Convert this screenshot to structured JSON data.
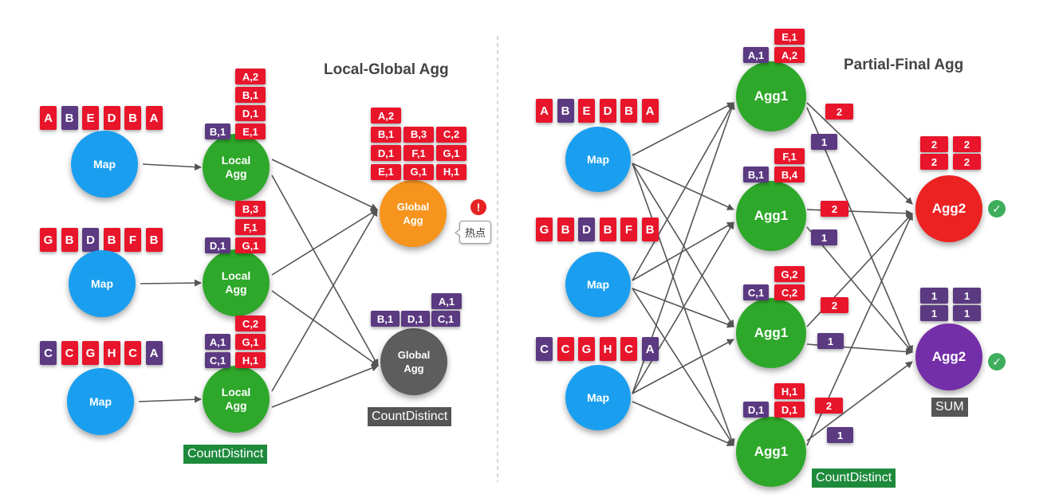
{
  "left": {
    "title": "Local-Global Agg",
    "inputs": [
      [
        {
          "t": "A",
          "c": "red"
        },
        {
          "t": "B",
          "c": "purple"
        },
        {
          "t": "E",
          "c": "red"
        },
        {
          "t": "D",
          "c": "red"
        },
        {
          "t": "B",
          "c": "red"
        },
        {
          "t": "A",
          "c": "red"
        }
      ],
      [
        {
          "t": "G",
          "c": "red"
        },
        {
          "t": "B",
          "c": "red"
        },
        {
          "t": "D",
          "c": "purple"
        },
        {
          "t": "B",
          "c": "red"
        },
        {
          "t": "F",
          "c": "red"
        },
        {
          "t": "B",
          "c": "red"
        }
      ],
      [
        {
          "t": "C",
          "c": "purple"
        },
        {
          "t": "C",
          "c": "red"
        },
        {
          "t": "G",
          "c": "red"
        },
        {
          "t": "H",
          "c": "red"
        },
        {
          "t": "C",
          "c": "red"
        },
        {
          "t": "A",
          "c": "purple"
        }
      ]
    ],
    "map_label": "Map",
    "local_label": "Local\nAgg",
    "global_label": "Global\nAgg",
    "local_tags": [
      {
        "col1": [
          {
            "t": "B,1",
            "c": "purple"
          }
        ],
        "col2": [
          {
            "t": "A,2",
            "c": "red"
          },
          {
            "t": "B,1",
            "c": "red"
          },
          {
            "t": "D,1",
            "c": "red"
          },
          {
            "t": "E,1",
            "c": "red"
          }
        ]
      },
      {
        "col1": [
          {
            "t": "D,1",
            "c": "purple"
          }
        ],
        "col2": [
          {
            "t": "B,3",
            "c": "red"
          },
          {
            "t": "F,1",
            "c": "red"
          },
          {
            "t": "G,1",
            "c": "red"
          }
        ]
      },
      {
        "col1": [
          {
            "t": "A,1",
            "c": "purple"
          },
          {
            "t": "C,1",
            "c": "purple"
          }
        ],
        "col2": [
          {
            "t": "C,2",
            "c": "red"
          },
          {
            "t": "G,1",
            "c": "red"
          },
          {
            "t": "H,1",
            "c": "red"
          }
        ]
      }
    ],
    "global1_tags": [
      [
        {
          "t": "A,2",
          "c": "red"
        }
      ],
      [
        {
          "t": "B,1",
          "c": "red"
        },
        {
          "t": "B,3",
          "c": "red"
        },
        {
          "t": "C,2",
          "c": "red"
        }
      ],
      [
        {
          "t": "D,1",
          "c": "red"
        },
        {
          "t": "F,1",
          "c": "red"
        },
        {
          "t": "G,1",
          "c": "red"
        }
      ],
      [
        {
          "t": "E,1",
          "c": "red"
        },
        {
          "t": "G,1",
          "c": "red"
        },
        {
          "t": "H,1",
          "c": "red"
        }
      ]
    ],
    "global2_tags": [
      [
        {
          "t": "A,1",
          "c": "purple"
        }
      ],
      [
        {
          "t": "B,1",
          "c": "purple"
        },
        {
          "t": "D,1",
          "c": "purple"
        },
        {
          "t": "C,1",
          "c": "purple"
        }
      ]
    ],
    "hotspot_label": "热点",
    "warn_icon": "!",
    "count_distinct_label": "CountDistinct",
    "global_count_distinct_label": "CountDistinct"
  },
  "right": {
    "title": "Partial-Final Agg",
    "inputs": [
      [
        {
          "t": "A",
          "c": "red"
        },
        {
          "t": "B",
          "c": "purple"
        },
        {
          "t": "E",
          "c": "red"
        },
        {
          "t": "D",
          "c": "red"
        },
        {
          "t": "B",
          "c": "red"
        },
        {
          "t": "A",
          "c": "red"
        }
      ],
      [
        {
          "t": "G",
          "c": "red"
        },
        {
          "t": "B",
          "c": "red"
        },
        {
          "t": "D",
          "c": "purple"
        },
        {
          "t": "B",
          "c": "red"
        },
        {
          "t": "F",
          "c": "red"
        },
        {
          "t": "B",
          "c": "red"
        }
      ],
      [
        {
          "t": "C",
          "c": "purple"
        },
        {
          "t": "C",
          "c": "red"
        },
        {
          "t": "G",
          "c": "red"
        },
        {
          "t": "H",
          "c": "red"
        },
        {
          "t": "C",
          "c": "red"
        },
        {
          "t": "A",
          "c": "purple"
        }
      ]
    ],
    "map_label": "Map",
    "agg1_label": "Agg1",
    "agg2_label": "Agg2",
    "agg1_tags": [
      {
        "col1": [
          {
            "t": "A,1",
            "c": "purple"
          }
        ],
        "col2": [
          {
            "t": "E,1",
            "c": "red"
          },
          {
            "t": "A,2",
            "c": "red"
          }
        ]
      },
      {
        "col1": [
          {
            "t": "B,1",
            "c": "purple"
          }
        ],
        "col2": [
          {
            "t": "F,1",
            "c": "red"
          },
          {
            "t": "B,4",
            "c": "red"
          }
        ]
      },
      {
        "col1": [
          {
            "t": "C,1",
            "c": "purple"
          }
        ],
        "col2": [
          {
            "t": "G,2",
            "c": "red"
          },
          {
            "t": "C,2",
            "c": "red"
          }
        ]
      },
      {
        "col1": [
          {
            "t": "D,1",
            "c": "purple"
          }
        ],
        "col2": [
          {
            "t": "H,1",
            "c": "red"
          },
          {
            "t": "D,1",
            "c": "red"
          }
        ]
      }
    ],
    "edge_counts": [
      {
        "red": "2",
        "purple": "1"
      },
      {
        "red": "2",
        "purple": "1"
      },
      {
        "red": "2",
        "purple": "1"
      },
      {
        "red": "2",
        "purple": "1"
      }
    ],
    "agg2_red_tags": [
      [
        "2",
        "2"
      ],
      [
        "2",
        "2"
      ]
    ],
    "agg2_purple_tags": [
      [
        "1",
        "1"
      ],
      [
        "1",
        "1"
      ]
    ],
    "count_distinct_label": "CountDistinct",
    "sum_label": "SUM",
    "check_icon": "✓"
  },
  "colors": {
    "red": "#e8152b",
    "purple": "#5b3a82",
    "map": "#1a9ff0",
    "agg": "#2ea82a",
    "global_hot": "#f7941d",
    "global_ok": "#5d5d5d",
    "agg2_red": "#ec2222",
    "agg2_purple": "#742fa8"
  }
}
